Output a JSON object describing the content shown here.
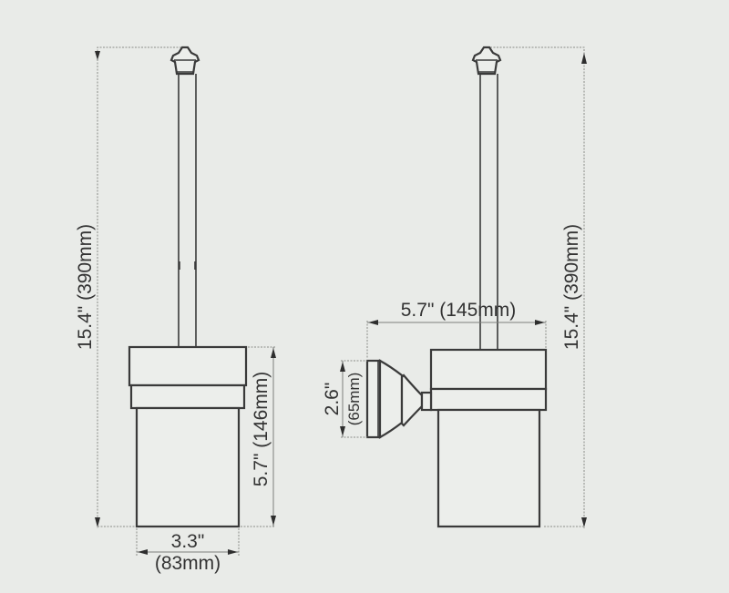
{
  "diagram": {
    "subject": "Toilet brush holder dimension drawing",
    "views": [
      {
        "name": "front-view",
        "dimensions": {
          "overall_height": "15.4\" (390mm)",
          "cup_height": "5.7\" (146mm)",
          "cup_width_in": "3.3\"",
          "cup_width_mm": "(83mm)"
        }
      },
      {
        "name": "side-view",
        "dimensions": {
          "overall_height": "15.4\" (390mm)",
          "projection": "5.7\" (145mm)",
          "base_height_in": "2.6\"",
          "base_height_mm": "(65mm)"
        }
      }
    ]
  },
  "colors": {
    "background": "#e9ebe8",
    "outline": "#3a3a3a",
    "dimension_line": "#8a8c88",
    "text": "#333333"
  }
}
